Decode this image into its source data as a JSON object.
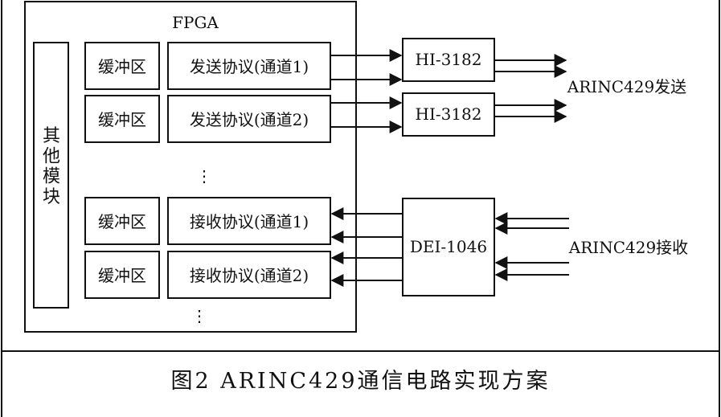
{
  "fpga": {
    "title": "FPGA"
  },
  "other_module": {
    "label": "其他模块"
  },
  "buffers": [
    "缓冲区",
    "缓冲区",
    "缓冲区",
    "缓冲区"
  ],
  "send_protocols": [
    "发送协议(通道1)",
    "发送协议(通道2)"
  ],
  "recv_protocols": [
    "接收协议(通道1)",
    "接收协议(通道2)"
  ],
  "ellipsis": [
    "⋮",
    "⋮"
  ],
  "tx_chips": [
    "HI-3182",
    "HI-3182"
  ],
  "rx_chip": "DEI-1046",
  "tx_label": "ARINC429发送",
  "rx_label": "ARINC429接收",
  "caption": "图2   ARINC429通信电路实现方案"
}
